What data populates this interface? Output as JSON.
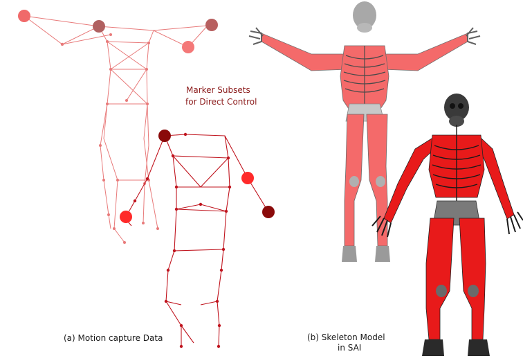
{
  "annotation": {
    "line1": "Marker Subsets",
    "line2": "for Direct Control"
  },
  "captions": {
    "a": "(a) Motion capture Data",
    "b_line1": "(b) Skeleton Model",
    "b_line2": "in SAI"
  },
  "colors": {
    "light_skeleton": "#e87a7a",
    "dark_skeleton": "#c0141e",
    "marker_light": "#f06a6a",
    "marker_bright": "#ff2a2a",
    "marker_dark": "#8a0a0a",
    "muscle_light": "#f46a6a",
    "muscle_dark": "#e81a1a",
    "bone": "#808080",
    "annotation_text": "#8b1a1a"
  }
}
